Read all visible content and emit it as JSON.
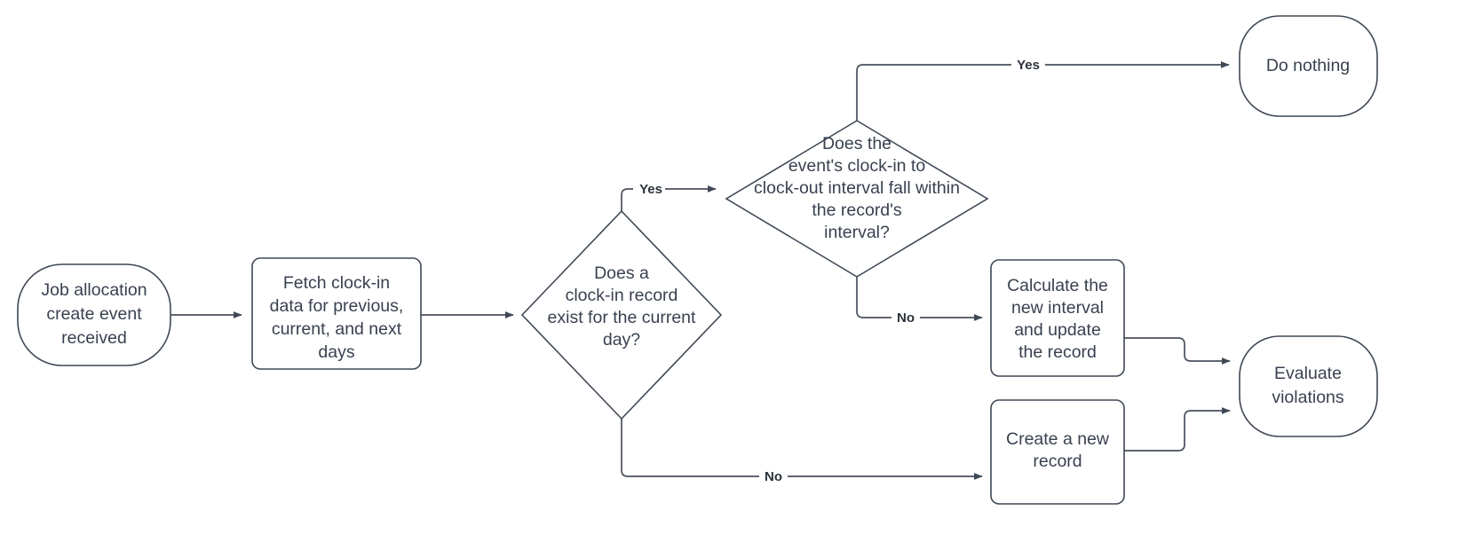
{
  "diagram": {
    "title": "Job allocation clock-in record processing flowchart",
    "background_color": "#ffffff",
    "stroke_color": "#3f4855",
    "text_color": "#394150",
    "label_color": "#2c323c",
    "nodes": {
      "start": {
        "id": "start",
        "shape": "terminator",
        "lines": [
          "Job allocation",
          "create event",
          "received"
        ]
      },
      "fetch": {
        "id": "fetch",
        "shape": "process",
        "lines": [
          "Fetch clock-in",
          "data for previous,",
          "current, and next",
          "days"
        ]
      },
      "decision_record_exists": {
        "id": "decision_record_exists",
        "shape": "decision",
        "lines": [
          "Does a",
          "clock-in record",
          "exist for the current",
          "day?"
        ]
      },
      "decision_interval": {
        "id": "decision_interval",
        "shape": "decision",
        "lines": [
          "Does the",
          "event's clock-in to",
          "clock-out interval fall within",
          "the record's",
          "interval?"
        ]
      },
      "do_nothing": {
        "id": "do_nothing",
        "shape": "terminator",
        "lines": [
          "Do nothing"
        ]
      },
      "calculate_update": {
        "id": "calculate_update",
        "shape": "process",
        "lines": [
          "Calculate the",
          "new interval",
          "and update",
          "the record"
        ]
      },
      "create_record": {
        "id": "create_record",
        "shape": "process",
        "lines": [
          "Create a new",
          "record"
        ]
      },
      "evaluate_violations": {
        "id": "evaluate_violations",
        "shape": "terminator",
        "lines": [
          "Evaluate",
          "violations"
        ]
      }
    },
    "edges": [
      {
        "id": "e1",
        "from": "start",
        "to": "fetch",
        "label": ""
      },
      {
        "id": "e2",
        "from": "fetch",
        "to": "decision_record_exists",
        "label": ""
      },
      {
        "id": "e3",
        "from": "decision_record_exists",
        "to": "decision_interval",
        "label": "Yes"
      },
      {
        "id": "e4",
        "from": "decision_record_exists",
        "to": "create_record",
        "label": "No"
      },
      {
        "id": "e5",
        "from": "decision_interval",
        "to": "do_nothing",
        "label": "Yes"
      },
      {
        "id": "e6",
        "from": "decision_interval",
        "to": "calculate_update",
        "label": "No"
      },
      {
        "id": "e7",
        "from": "calculate_update",
        "to": "evaluate_violations",
        "label": ""
      },
      {
        "id": "e8",
        "from": "create_record",
        "to": "evaluate_violations",
        "label": ""
      }
    ]
  }
}
